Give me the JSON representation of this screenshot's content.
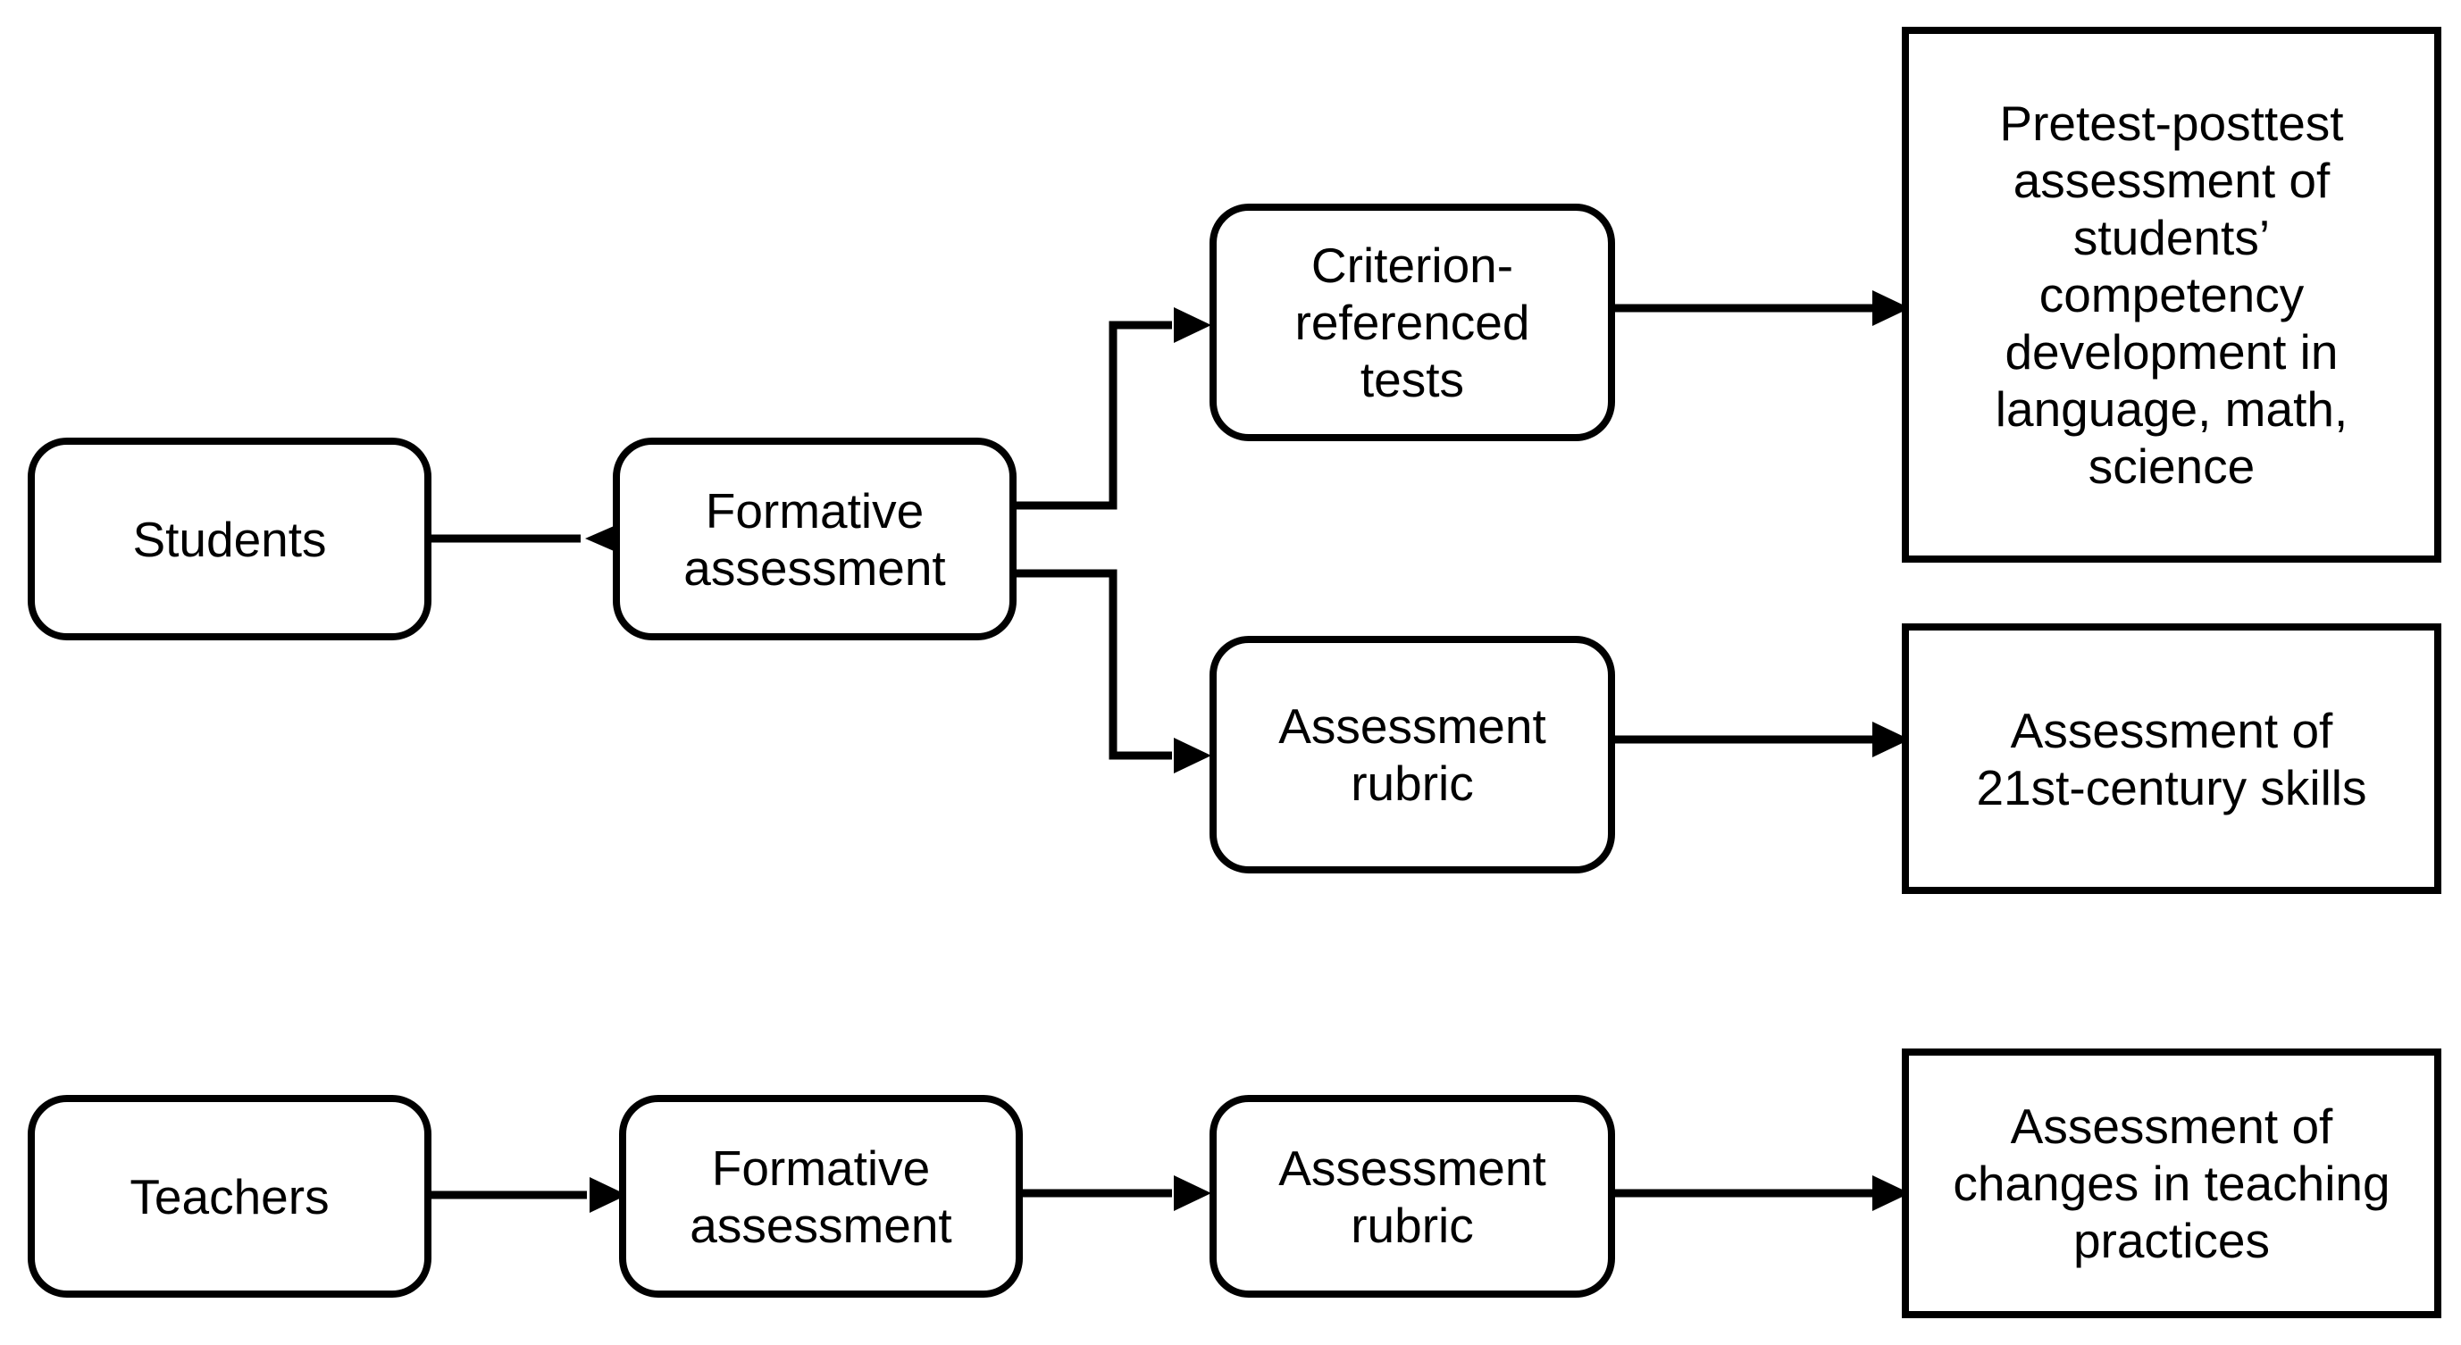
{
  "diagram": {
    "students_row": {
      "source": "Students",
      "method_line1": "Formative",
      "method_line2": "assessment",
      "tool_tests_line1": "Criterion-",
      "tool_tests_line2": "referenced",
      "tool_tests_line3": "tests",
      "tool_rubric_line1": "Assessment",
      "tool_rubric_line2": "rubric",
      "outcome_competency_lines": [
        "Pretest-posttest",
        "assessment of",
        "students’",
        "competency",
        "development in",
        "language, math,",
        "science"
      ],
      "outcome_skills_lines": [
        "Assessment of",
        "21st-century skills"
      ]
    },
    "teachers_row": {
      "source": "Teachers",
      "method_line1": "Formative",
      "method_line2": "assessment",
      "tool_rubric_line1": "Assessment",
      "tool_rubric_line2": "rubric",
      "outcome_lines": [
        "Assessment of",
        "changes in teaching",
        "practices"
      ]
    }
  }
}
